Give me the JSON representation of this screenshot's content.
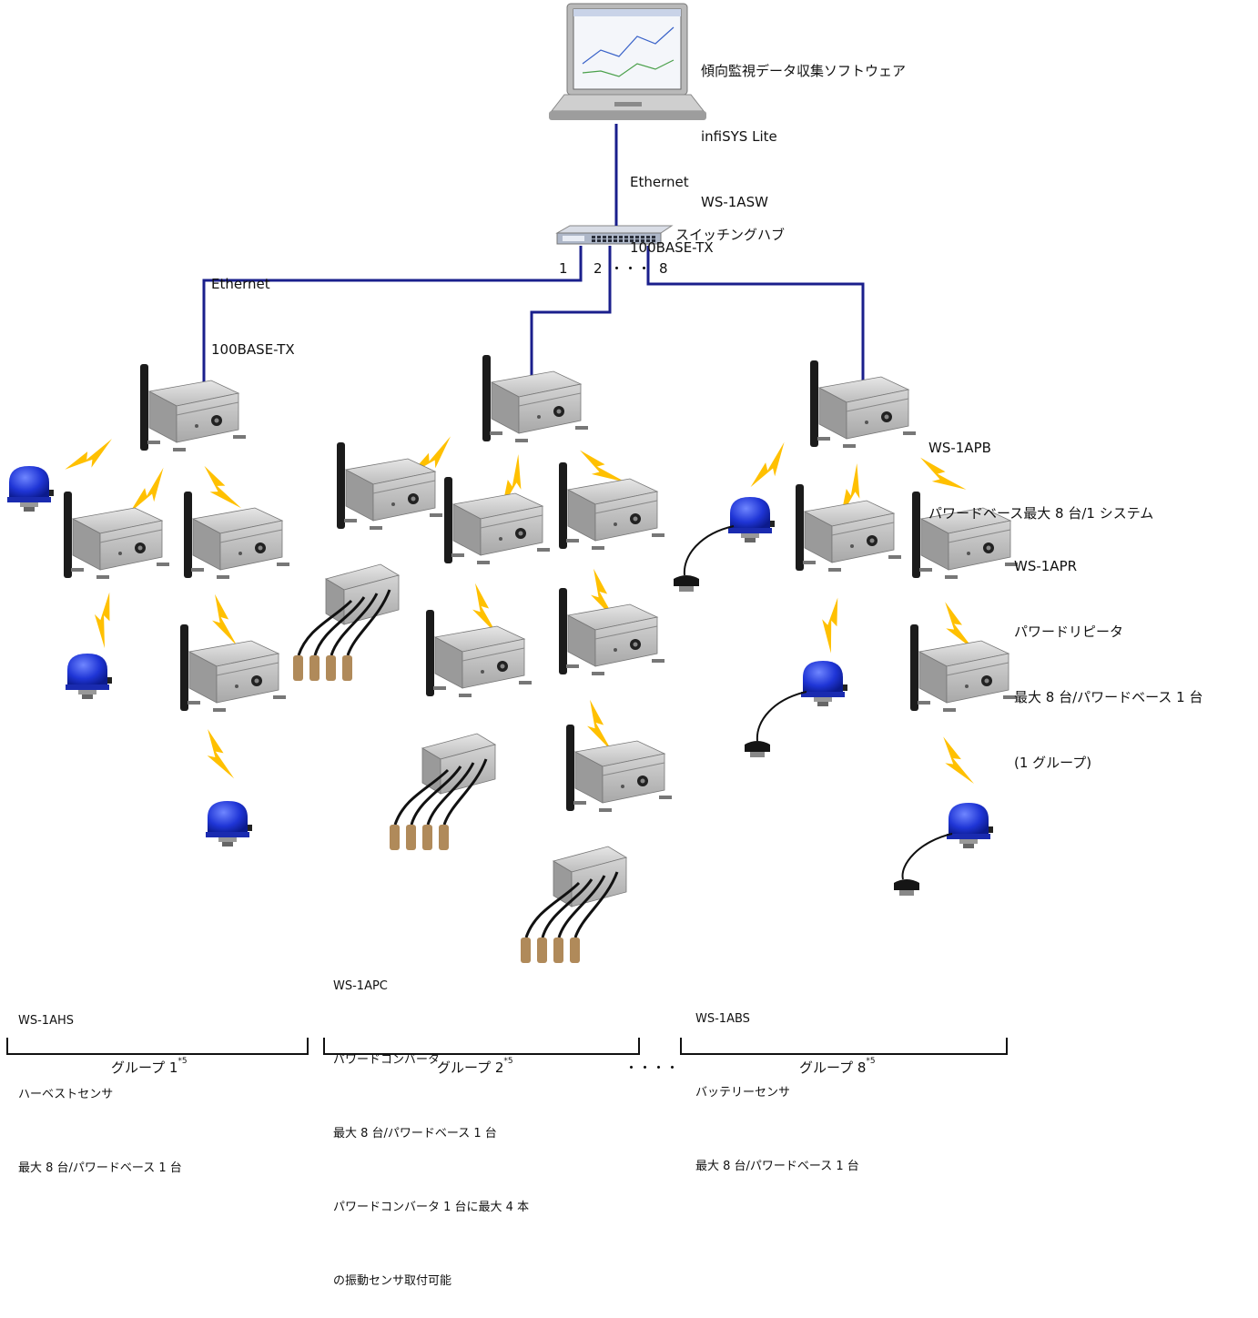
{
  "pc": {
    "title": "傾向監視データ収集ソフトウェア",
    "product": "infiSYS Lite",
    "model": "WS-1ASW"
  },
  "eth_top": {
    "line1": "Ethernet",
    "line2": "100BASE-TX"
  },
  "eth_left": {
    "line1": "Ethernet",
    "line2": "100BASE-TX"
  },
  "hub": {
    "label": "スイッチングハブ",
    "ports": [
      "1",
      "2",
      "・・・",
      "8"
    ]
  },
  "base": {
    "model": "WS-1APB",
    "desc": "パワードベース最大 8 台/1 システム"
  },
  "repeater": {
    "model": "WS-1APR",
    "line1": "パワードリピータ",
    "line2": "最大 8 台/パワードベース 1 台",
    "line3": "(1 グループ)"
  },
  "harvest": {
    "model": "WS-1AHS",
    "line1": "ハーベストセンサ",
    "line2": "最大 8 台/パワードベース 1 台"
  },
  "converter": {
    "model": "WS-1APC",
    "line1": "パワードコンバータ",
    "line2": "最大 8 台/パワードベース 1 台",
    "line3": "パワードコンバータ 1 台に最大 4 本",
    "line4": "の振動センサ取付可能"
  },
  "battery": {
    "model": "WS-1ABS",
    "line1": "バッテリーセンサ",
    "line2": "最大 8 台/パワードベース 1 台"
  },
  "groups": [
    {
      "label": "グループ 1",
      "note": "*5"
    },
    {
      "label": "グループ 2",
      "note": "*5"
    },
    {
      "label": "グループ 8",
      "note": "*5"
    }
  ],
  "group_ellipsis": "・・・・",
  "colors": {
    "cable": "#1a1f8c",
    "lightning": "#ffc000",
    "sensor": "#1f35d6",
    "box": "#c8c8c8"
  }
}
